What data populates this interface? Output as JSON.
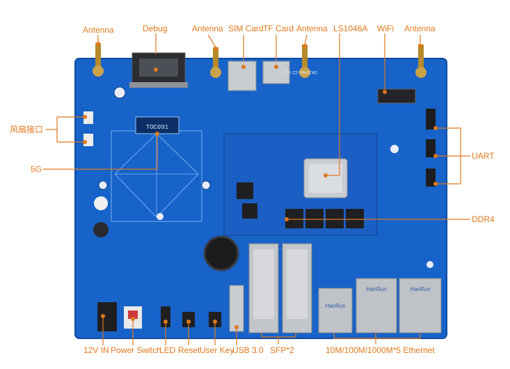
{
  "labels": {
    "antenna_1": "Antenna",
    "debug": "Debug",
    "antenna_2": "Antenna",
    "sim_card": "SIM Card",
    "tf_card": "TF Card",
    "antenna_3": "Antenna",
    "soc": "LS1046A",
    "wifi": "WiFi",
    "antenna_4": "Antenna",
    "fan_port": "风扇接口",
    "module_5g": "5G",
    "uart": "UART",
    "ddr4": "DDR4",
    "power_in": "12V IN",
    "power_switch": "Power Switch",
    "led": "LED",
    "reset": "Reset",
    "user_key": "User Key",
    "usb": "USB 3.0",
    "sfp": "SFP*2",
    "ethernet": "10M/100M/1000M*5 Ethernet"
  },
  "board": {
    "silkscreen_version": "OK1046A-C2 V1.1",
    "module_5g_marking": "TOC091",
    "vendor_marking": "HanRun"
  },
  "colors": {
    "pcb": "#1763c9",
    "pcb_dark": "#0f4fa8",
    "callout": "#e0781c",
    "metal": "#c9ccd1",
    "chip": "#1f1f22"
  }
}
